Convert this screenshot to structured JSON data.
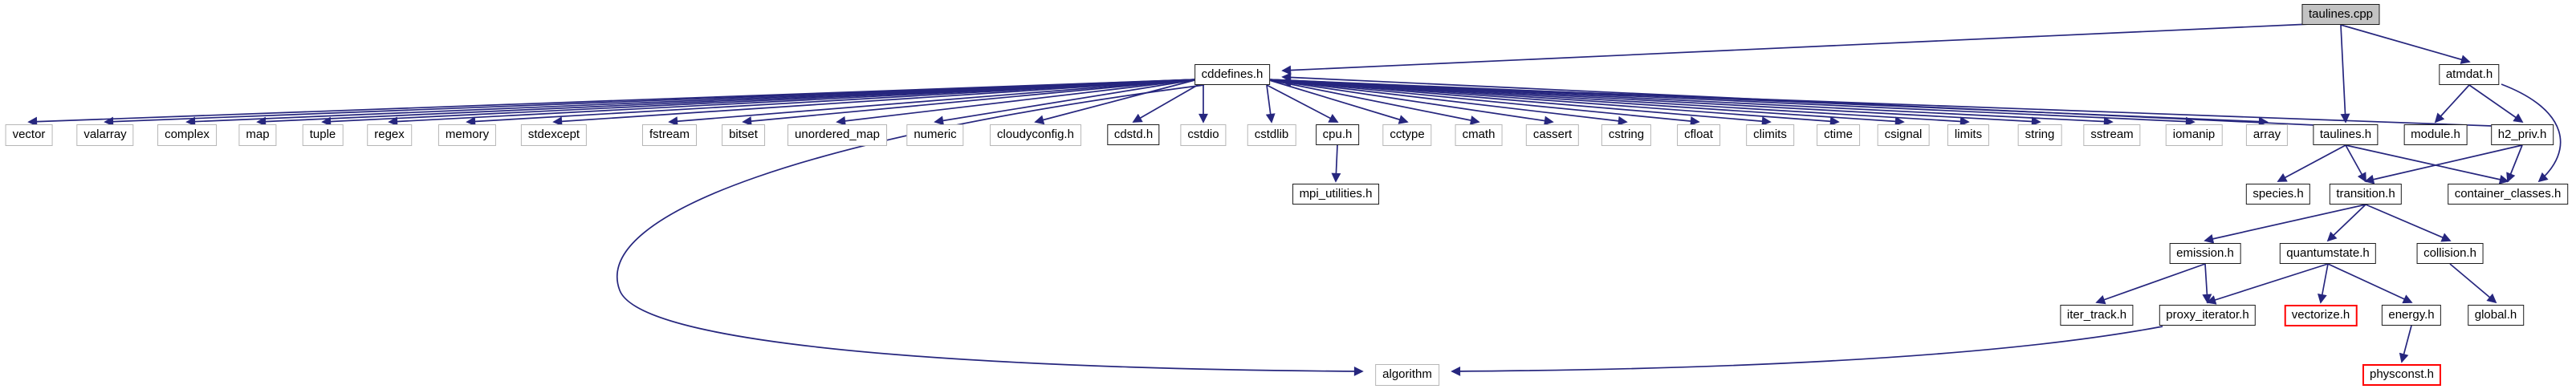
{
  "diagram_type": "include-dependency-graph",
  "root_file": "taulines.cpp",
  "colors": {
    "edge": "#26267e",
    "root_fill": "#c3c3c3",
    "project_border": "#1c1c1c",
    "system_border": "#b6b6b6",
    "truncated_border": "#ff0000"
  },
  "nodes": [
    {
      "id": "taulines.cpp",
      "label": "taulines.cpp",
      "kind": "main"
    },
    {
      "id": "cddefines.h",
      "label": "cddefines.h",
      "kind": "file"
    },
    {
      "id": "atmdat.h",
      "label": "atmdat.h",
      "kind": "file"
    },
    {
      "id": "vector",
      "label": "vector",
      "kind": "leaf"
    },
    {
      "id": "valarray",
      "label": "valarray",
      "kind": "leaf"
    },
    {
      "id": "complex",
      "label": "complex",
      "kind": "leaf"
    },
    {
      "id": "map",
      "label": "map",
      "kind": "leaf"
    },
    {
      "id": "tuple",
      "label": "tuple",
      "kind": "leaf"
    },
    {
      "id": "regex",
      "label": "regex",
      "kind": "leaf"
    },
    {
      "id": "memory",
      "label": "memory",
      "kind": "leaf"
    },
    {
      "id": "stdexcept",
      "label": "stdexcept",
      "kind": "leaf"
    },
    {
      "id": "fstream",
      "label": "fstream",
      "kind": "leaf"
    },
    {
      "id": "bitset",
      "label": "bitset",
      "kind": "leaf"
    },
    {
      "id": "unordered_map",
      "label": "unordered_map",
      "kind": "leaf"
    },
    {
      "id": "numeric",
      "label": "numeric",
      "kind": "leaf"
    },
    {
      "id": "cloudyconfig.h",
      "label": "cloudyconfig.h",
      "kind": "leaf"
    },
    {
      "id": "cdstd.h",
      "label": "cdstd.h",
      "kind": "file"
    },
    {
      "id": "cstdio",
      "label": "cstdio",
      "kind": "leaf"
    },
    {
      "id": "cstdlib",
      "label": "cstdlib",
      "kind": "leaf"
    },
    {
      "id": "cpu.h",
      "label": "cpu.h",
      "kind": "file"
    },
    {
      "id": "cctype",
      "label": "cctype",
      "kind": "leaf"
    },
    {
      "id": "cmath",
      "label": "cmath",
      "kind": "leaf"
    },
    {
      "id": "cassert",
      "label": "cassert",
      "kind": "leaf"
    },
    {
      "id": "cstring",
      "label": "cstring",
      "kind": "leaf"
    },
    {
      "id": "cfloat",
      "label": "cfloat",
      "kind": "leaf"
    },
    {
      "id": "climits",
      "label": "climits",
      "kind": "leaf"
    },
    {
      "id": "ctime",
      "label": "ctime",
      "kind": "leaf"
    },
    {
      "id": "csignal",
      "label": "csignal",
      "kind": "leaf"
    },
    {
      "id": "limits",
      "label": "limits",
      "kind": "leaf"
    },
    {
      "id": "string",
      "label": "string",
      "kind": "leaf"
    },
    {
      "id": "sstream",
      "label": "sstream",
      "kind": "leaf"
    },
    {
      "id": "iomanip",
      "label": "iomanip",
      "kind": "leaf"
    },
    {
      "id": "array",
      "label": "array",
      "kind": "leaf"
    },
    {
      "id": "taulines.h",
      "label": "taulines.h",
      "kind": "file"
    },
    {
      "id": "module.h",
      "label": "module.h",
      "kind": "file"
    },
    {
      "id": "h2_priv.h",
      "label": "h2_priv.h",
      "kind": "file"
    },
    {
      "id": "mpi_utilities.h",
      "label": "mpi_utilities.h",
      "kind": "file"
    },
    {
      "id": "species.h",
      "label": "species.h",
      "kind": "file"
    },
    {
      "id": "transition.h",
      "label": "transition.h",
      "kind": "file"
    },
    {
      "id": "container_classes.h",
      "label": "container_classes.h",
      "kind": "file"
    },
    {
      "id": "emission.h",
      "label": "emission.h",
      "kind": "file"
    },
    {
      "id": "quantumstate.h",
      "label": "quantumstate.h",
      "kind": "file"
    },
    {
      "id": "collision.h",
      "label": "collision.h",
      "kind": "file"
    },
    {
      "id": "iter_track.h",
      "label": "iter_track.h",
      "kind": "file"
    },
    {
      "id": "proxy_iterator.h",
      "label": "proxy_iterator.h",
      "kind": "file"
    },
    {
      "id": "vectorize.h",
      "label": "vectorize.h",
      "kind": "trunc"
    },
    {
      "id": "energy.h",
      "label": "energy.h",
      "kind": "file"
    },
    {
      "id": "global.h",
      "label": "global.h",
      "kind": "file"
    },
    {
      "id": "algorithm",
      "label": "algorithm",
      "kind": "leaf"
    },
    {
      "id": "physconst.h",
      "label": "physconst.h",
      "kind": "trunc"
    }
  ],
  "edges": [
    {
      "from": "taulines.cpp",
      "to": "cddefines.h"
    },
    {
      "from": "taulines.cpp",
      "to": "taulines.h"
    },
    {
      "from": "taulines.cpp",
      "to": "atmdat.h"
    },
    {
      "from": "cddefines.h",
      "to": "vector"
    },
    {
      "from": "cddefines.h",
      "to": "valarray"
    },
    {
      "from": "cddefines.h",
      "to": "complex"
    },
    {
      "from": "cddefines.h",
      "to": "map"
    },
    {
      "from": "cddefines.h",
      "to": "tuple"
    },
    {
      "from": "cddefines.h",
      "to": "regex"
    },
    {
      "from": "cddefines.h",
      "to": "memory"
    },
    {
      "from": "cddefines.h",
      "to": "stdexcept"
    },
    {
      "from": "cddefines.h",
      "to": "fstream"
    },
    {
      "from": "cddefines.h",
      "to": "bitset"
    },
    {
      "from": "cddefines.h",
      "to": "unordered_map"
    },
    {
      "from": "cddefines.h",
      "to": "numeric"
    },
    {
      "from": "cddefines.h",
      "to": "cloudyconfig.h"
    },
    {
      "from": "cddefines.h",
      "to": "cdstd.h"
    },
    {
      "from": "cddefines.h",
      "to": "cstdio"
    },
    {
      "from": "cddefines.h",
      "to": "cstdlib"
    },
    {
      "from": "cddefines.h",
      "to": "cpu.h"
    },
    {
      "from": "cddefines.h",
      "to": "cctype"
    },
    {
      "from": "cddefines.h",
      "to": "cmath"
    },
    {
      "from": "cddefines.h",
      "to": "cassert"
    },
    {
      "from": "cddefines.h",
      "to": "cstring"
    },
    {
      "from": "cddefines.h",
      "to": "cfloat"
    },
    {
      "from": "cddefines.h",
      "to": "climits"
    },
    {
      "from": "cddefines.h",
      "to": "ctime"
    },
    {
      "from": "cddefines.h",
      "to": "csignal"
    },
    {
      "from": "cddefines.h",
      "to": "limits"
    },
    {
      "from": "cddefines.h",
      "to": "string"
    },
    {
      "from": "cddefines.h",
      "to": "sstream"
    },
    {
      "from": "cddefines.h",
      "to": "iomanip"
    },
    {
      "from": "cddefines.h",
      "to": "array"
    },
    {
      "from": "cddefines.h",
      "to": "algorithm"
    },
    {
      "from": "cpu.h",
      "to": "mpi_utilities.h"
    },
    {
      "from": "taulines.h",
      "to": "cddefines.h"
    },
    {
      "from": "h2_priv.h",
      "to": "cddefines.h"
    },
    {
      "from": "atmdat.h",
      "to": "module.h"
    },
    {
      "from": "atmdat.h",
      "to": "h2_priv.h"
    },
    {
      "from": "atmdat.h",
      "to": "container_classes.h"
    },
    {
      "from": "taulines.h",
      "to": "species.h"
    },
    {
      "from": "taulines.h",
      "to": "transition.h"
    },
    {
      "from": "taulines.h",
      "to": "container_classes.h"
    },
    {
      "from": "h2_priv.h",
      "to": "transition.h"
    },
    {
      "from": "h2_priv.h",
      "to": "container_classes.h"
    },
    {
      "from": "transition.h",
      "to": "emission.h"
    },
    {
      "from": "transition.h",
      "to": "quantumstate.h"
    },
    {
      "from": "transition.h",
      "to": "collision.h"
    },
    {
      "from": "emission.h",
      "to": "iter_track.h"
    },
    {
      "from": "emission.h",
      "to": "proxy_iterator.h"
    },
    {
      "from": "quantumstate.h",
      "to": "proxy_iterator.h"
    },
    {
      "from": "quantumstate.h",
      "to": "vectorize.h"
    },
    {
      "from": "quantumstate.h",
      "to": "energy.h"
    },
    {
      "from": "collision.h",
      "to": "global.h"
    },
    {
      "from": "energy.h",
      "to": "physconst.h"
    },
    {
      "from": "proxy_iterator.h",
      "to": "algorithm"
    }
  ]
}
